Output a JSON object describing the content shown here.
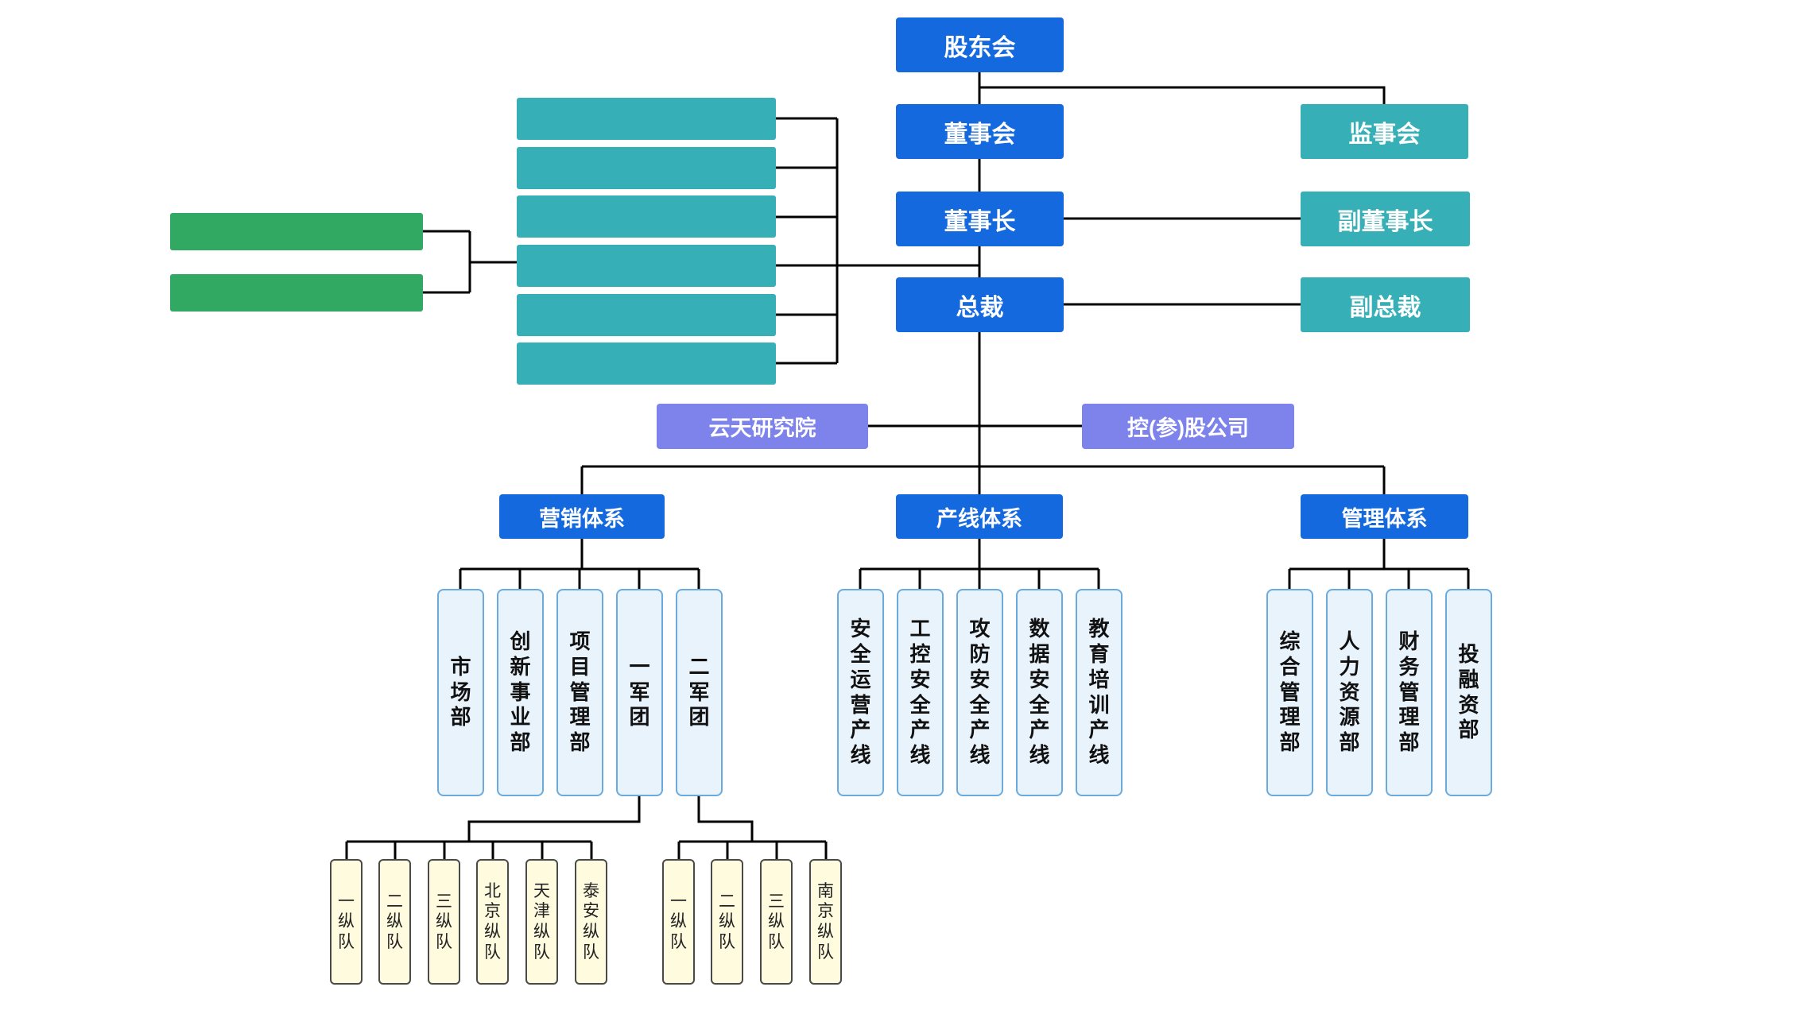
{
  "diagram": {
    "top": {
      "shareholders": "股东会",
      "board": "董事会",
      "supervisory": "监事会",
      "chairman": "董事长",
      "vice_chairman": "副董事长",
      "president": "总裁",
      "vice_president": "副总裁"
    },
    "middle": {
      "research": "云天研究院",
      "holding": "控(参)股公司"
    },
    "systems": {
      "marketing": "营销体系",
      "product": "产线体系",
      "management": "管理体系"
    },
    "marketing_depts": [
      "市场部",
      "创新事业部",
      "项目管理部",
      "一军团",
      "二军团"
    ],
    "product_lines": [
      "安全运营产线",
      "工控安全产线",
      "攻防安全产线",
      "数据安全产线",
      "教育培训产线"
    ],
    "management_depts": [
      "综合管理部",
      "人力资源部",
      "财务管理部",
      "投融资部"
    ],
    "corps_one_units": [
      "一纵队",
      "二纵队",
      "三纵队",
      "北京纵队",
      "天津纵队",
      "泰安纵队"
    ],
    "corps_two_units": [
      "一纵队",
      "二纵队",
      "三纵队",
      "南京纵队"
    ],
    "placeholders": {
      "teal_blank_count": 6,
      "green_blank_count": 2
    }
  },
  "colors": {
    "primary_blue": "#1569de",
    "teal": "#36b0b6",
    "green": "#31a962",
    "purple": "#7d83ea",
    "light_blue_fill": "#e9f3fc",
    "light_blue_border": "#6aabdf",
    "yellow_fill": "#fffbdf",
    "yellow_border": "#4a4a4a",
    "line": "#000000"
  }
}
